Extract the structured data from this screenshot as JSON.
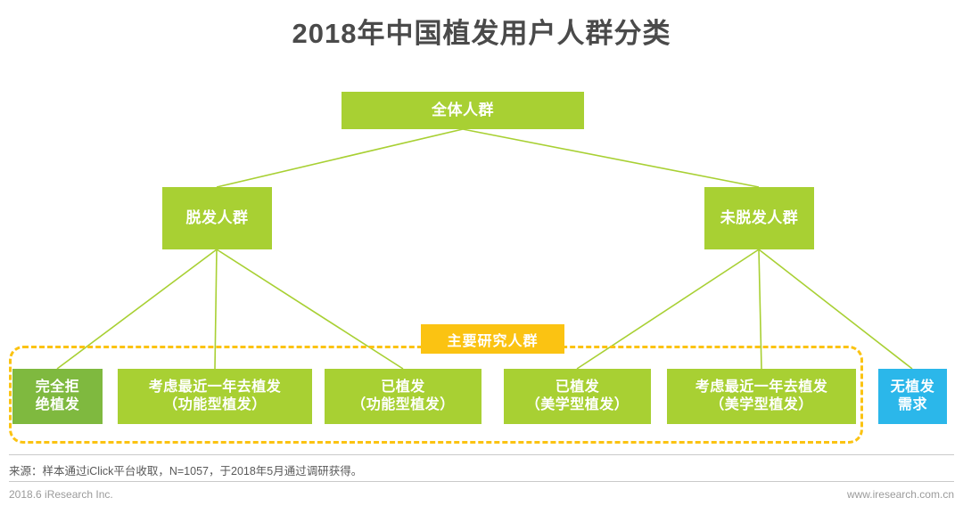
{
  "page": {
    "title": "2018年中国植发用户人群分类",
    "background_color": "#ffffff"
  },
  "colors": {
    "green": "#a8d033",
    "green_dark": "#7fb93f",
    "blue": "#2bb7ea",
    "yellow": "#fbc312",
    "title_text": "#4a4a4a",
    "footer_text": "#9b9b9b"
  },
  "diagram": {
    "root": {
      "label": "全体人群",
      "color": "#a8d033"
    },
    "level2": [
      {
        "label": "脱发人群",
        "color": "#a8d033"
      },
      {
        "label": "未脱发人群",
        "color": "#a8d033"
      }
    ],
    "leaves": [
      {
        "line1": "完全拒",
        "line2": "绝植发",
        "color": "#7fb93f",
        "parent": "脱发人群",
        "in_study_group": true
      },
      {
        "line1": "考虑最近一年去植发",
        "line2": "（功能型植发）",
        "color": "#a8d033",
        "parent": "脱发人群",
        "in_study_group": true
      },
      {
        "line1": "已植发",
        "line2": "（功能型植发）",
        "color": "#a8d033",
        "parent": "脱发人群",
        "in_study_group": true
      },
      {
        "line1": "已植发",
        "line2": "（美学型植发）",
        "color": "#a8d033",
        "parent": "未脱发人群",
        "in_study_group": true
      },
      {
        "line1": "考虑最近一年去植发",
        "line2": "（美学型植发）",
        "color": "#a8d033",
        "parent": "未脱发人群",
        "in_study_group": true
      },
      {
        "line1": "无植发",
        "line2": "需求",
        "color": "#2bb7ea",
        "parent": "未脱发人群",
        "in_study_group": false
      }
    ],
    "study_group_badge": "主要研究人群"
  },
  "footer": {
    "source": "来源：样本通过iClick平台收取，N=1057，于2018年5月通过调研获得。",
    "copyright": "2018.6 iResearch Inc.",
    "website": "www.iresearch.com.cn"
  }
}
